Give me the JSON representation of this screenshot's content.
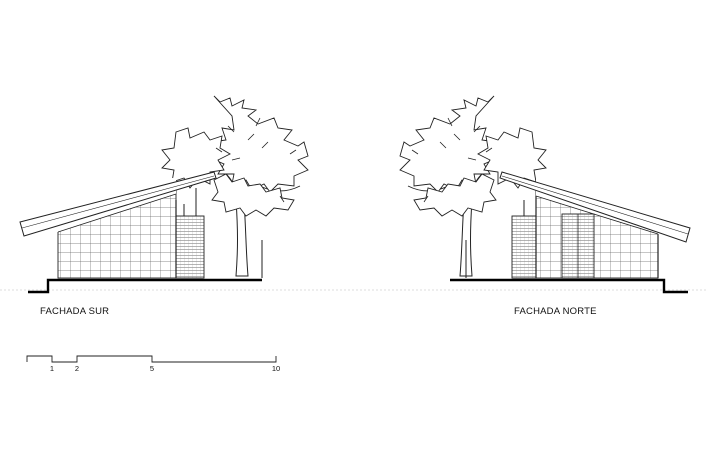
{
  "elevations": {
    "south": {
      "label": "FACHADA SUR"
    },
    "north": {
      "label": "FACHADA NORTE"
    }
  },
  "scale_bar": {
    "ticks": [
      "1",
      "2",
      "5",
      "10"
    ]
  }
}
